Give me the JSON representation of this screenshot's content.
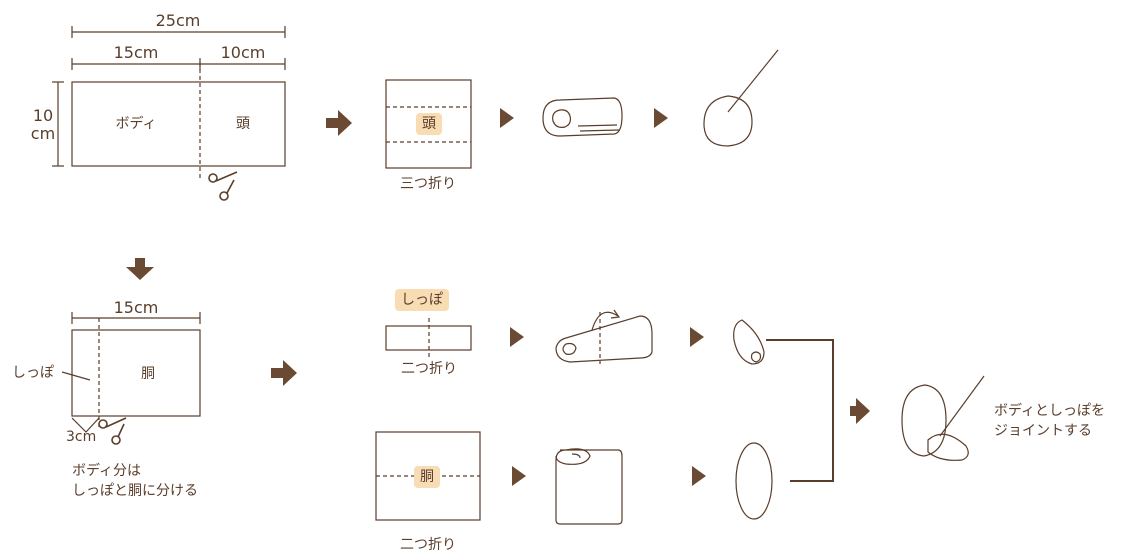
{
  "colors": {
    "line": "#5a3d2b",
    "arrow": "#6b4a33",
    "tag_bg": "#f7dcb4"
  },
  "icons": [
    "scissors-icon",
    "rolled-towel-icon",
    "towel-head-icon",
    "tail-icon",
    "body-oval-icon",
    "joined-figure-icon"
  ],
  "top": {
    "width_total": "25cm",
    "width_body": "15cm",
    "width_head": "10cm",
    "height": [
      "10",
      "cm"
    ],
    "body_label": "ボディ",
    "head_label": "頭",
    "fold_tag": "頭",
    "fold_caption": "三つ折り"
  },
  "bottom": {
    "width": "15cm",
    "tail_label": "しっぽ",
    "torso_label": "胴",
    "tail_width": "3cm",
    "note_line1": "ボディ分は",
    "note_line2": "しっぽと胴に分ける",
    "tail_tag": "しっぽ",
    "tail_fold_caption": "二つ折り",
    "torso_tag": "胴",
    "torso_fold_caption": "二つ折り"
  },
  "result": {
    "line1": "ボディとしっぽを",
    "line2": "ジョイントする"
  }
}
